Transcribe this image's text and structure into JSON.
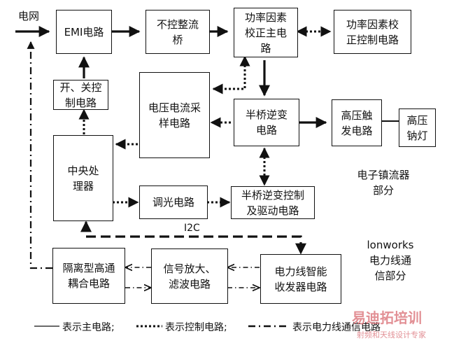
{
  "input_label": "电网",
  "boxes": {
    "emi": "EMI电路",
    "rectifier": "不控整流\n桥",
    "pfc_main": "功率因素\n校正主电\n路",
    "pfc_ctrl": "功率因素校\n正控制电路",
    "switch_ctrl": "开、关控\n制电路",
    "vi_sampling": "电压电流采\n样电路",
    "half_bridge": "半桥逆变\n电路",
    "hv_trigger": "高压触\n发电路",
    "sodium_lamp": "高压\n钠灯",
    "cpu": "中央处\n理器",
    "dimming": "调光电路",
    "hb_ctrl": "半桥逆变控制\n及驱动电路",
    "coupling": "隔离型高通\n耦合电路",
    "amp_filter": "信号放大、\n滤波电路",
    "plc_transceiver": "电力线智能\n收发器电路"
  },
  "section_labels": {
    "ballast": "电子镇流器\n部分",
    "lonworks": "lonworks\n电力线通\n信部分"
  },
  "bus_label": "I2C",
  "legend": {
    "main": "表示主电路;",
    "control": "表示控制电路;",
    "comm": "表示电力线通信电路"
  },
  "watermark": {
    "main": "易迪拓培训",
    "sub": "射频和天线设计专家"
  }
}
